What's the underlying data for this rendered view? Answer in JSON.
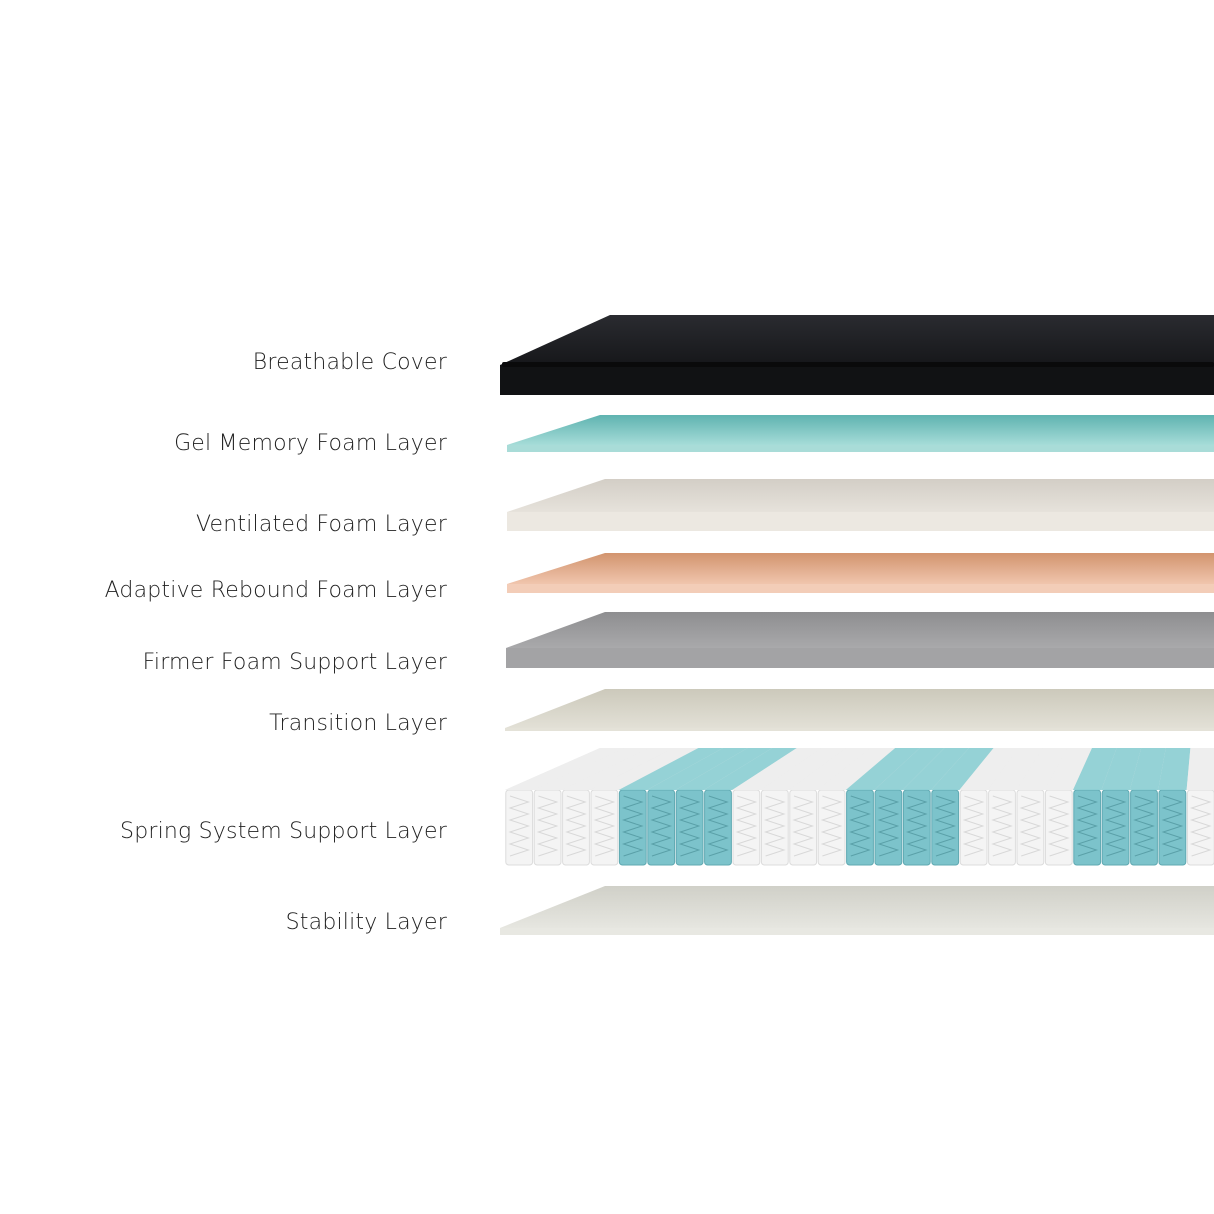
{
  "layers": [
    {
      "label": "Breathable Cover",
      "color": "#1f2024"
    },
    {
      "label": "Gel Memory Foam Layer",
      "color": "#7fc8c6"
    },
    {
      "label": "Ventilated Foam Layer",
      "color": "#dcd7cf"
    },
    {
      "label": "Adaptive Rebound Foam Layer",
      "color": "#dfa381"
    },
    {
      "label": "Firmer Foam Support Layer",
      "color": "#9c9c9e"
    },
    {
      "label": "Transition Layer",
      "color": "#d5d3c7"
    },
    {
      "label": "Spring System Support Layer",
      "color": "#f2f2f2"
    },
    {
      "label": "Stability Layer",
      "color": "#dcdcd4"
    }
  ],
  "spring_accent_color": "#7cc3cb"
}
